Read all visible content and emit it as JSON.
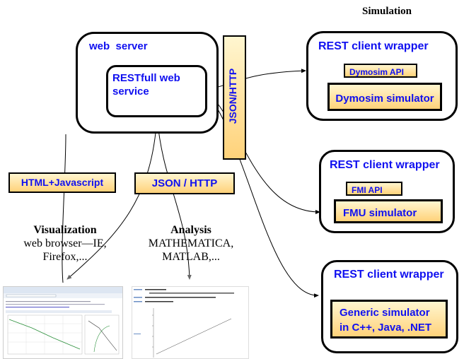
{
  "title": "Simulation",
  "web_server": {
    "label": "web  server",
    "inner_label": "RESTfull web service"
  },
  "json_http_vertical": "JSON/HTTP",
  "html_js": "HTML+Javascript",
  "json_http": "JSON / HTTP",
  "visualization": {
    "heading": "Visualization",
    "line1": "web browser—IE,",
    "line2": "Firefox,..."
  },
  "analysis": {
    "heading": "Analysis",
    "line1": "MATHEMATICA,",
    "line2": "MATLAB,..."
  },
  "wrapper1": {
    "title": "REST client wrapper",
    "api": "Dymosim API",
    "simulator": "Dymosim simulator"
  },
  "wrapper2": {
    "title": "REST client wrapper",
    "api": "FMI API",
    "simulator": "FMU simulator"
  },
  "wrapper3": {
    "title": "REST client wrapper",
    "simulator_line1": "Generic simulator",
    "simulator_line2": "in C++, Java, .NET"
  },
  "colors": {
    "label_blue": "#1010f0",
    "box_fill_top": "#fff6d0",
    "box_fill_bottom": "#ffd27a"
  }
}
